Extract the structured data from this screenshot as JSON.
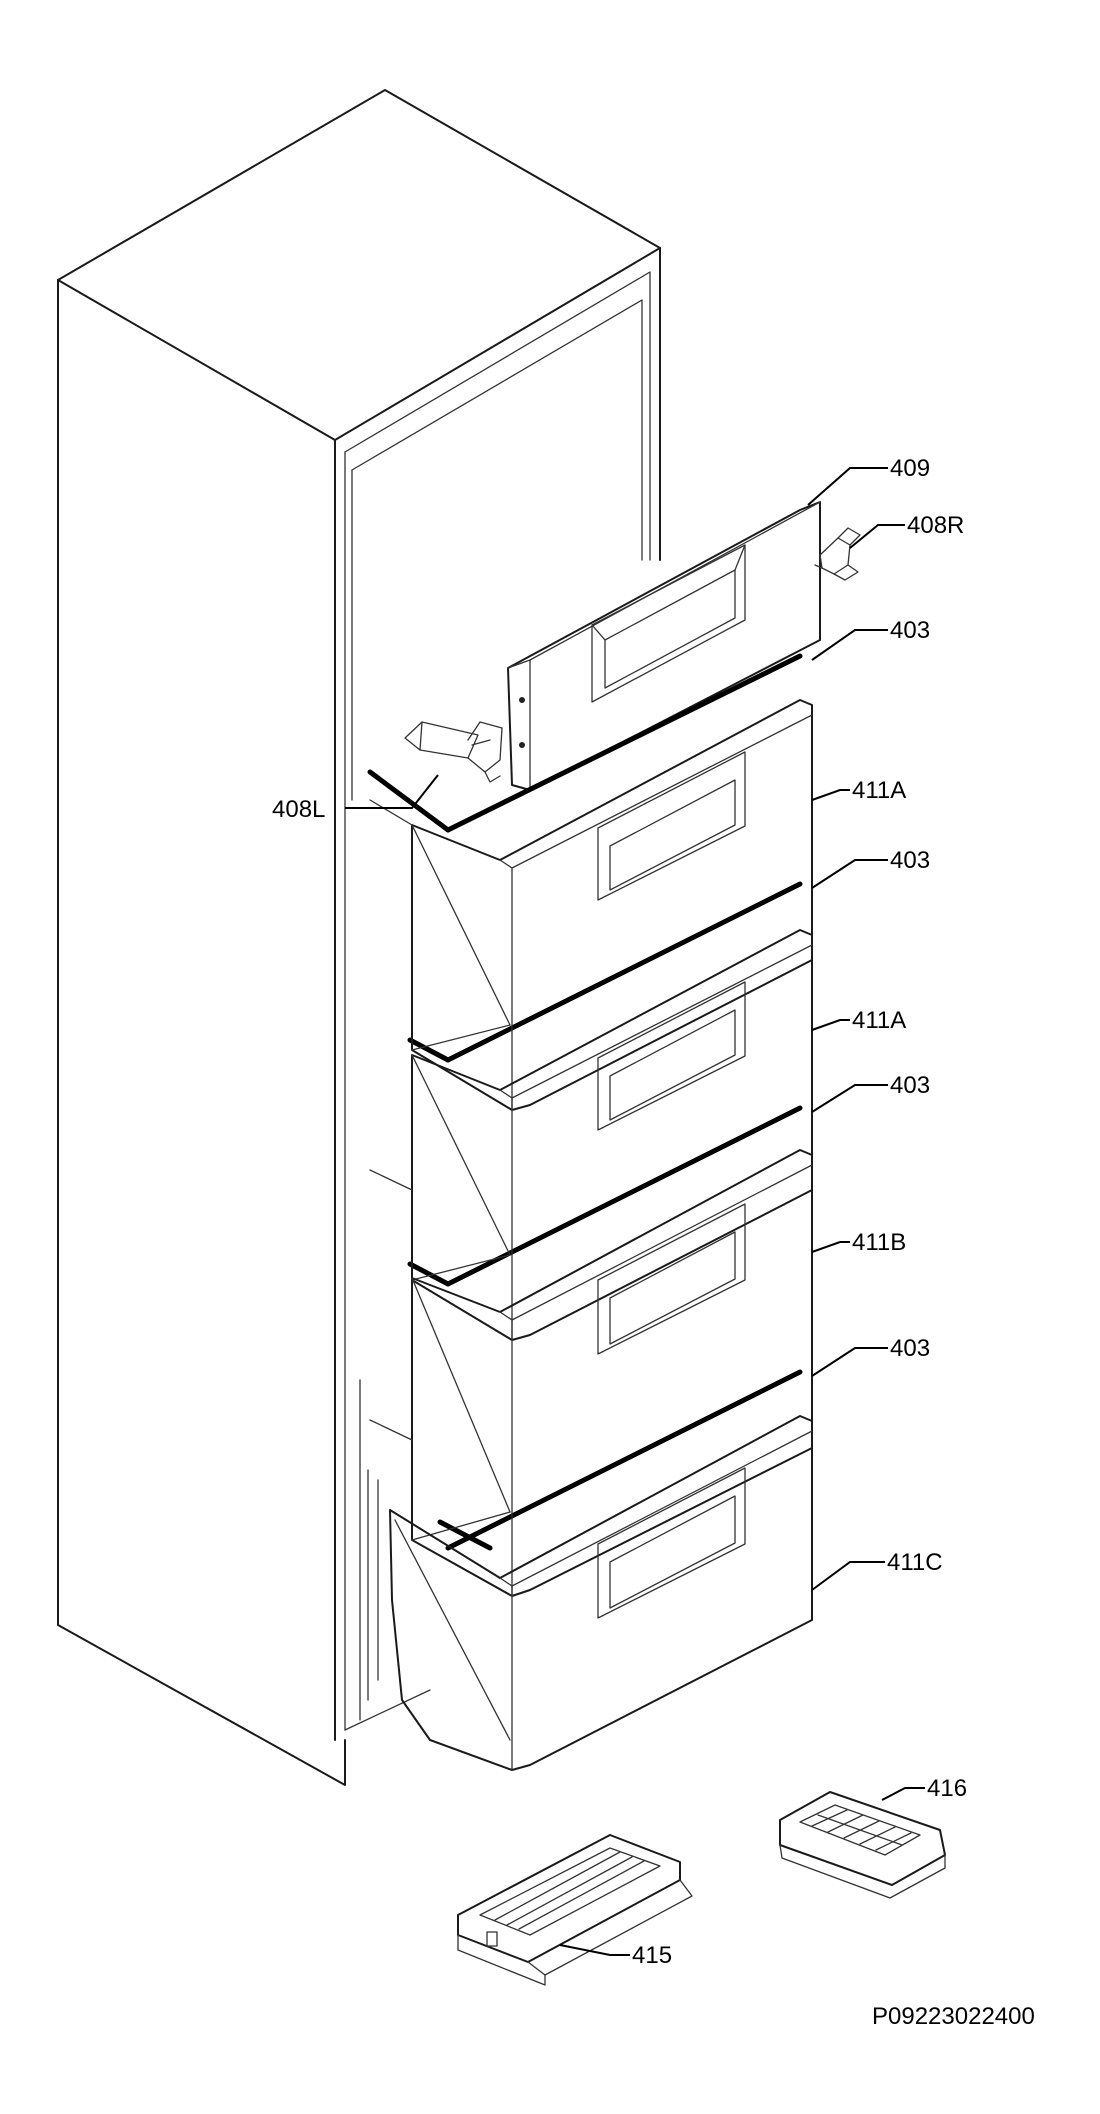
{
  "labels": {
    "p409": "409",
    "p408R": "408R",
    "p403a": "403",
    "p411A_1": "411A",
    "p408L": "408L",
    "p403b": "403",
    "p411A_2": "411A",
    "p403c": "403",
    "p411B": "411B",
    "p403d": "403",
    "p411C": "411C",
    "p416": "416",
    "p415": "415"
  },
  "drawing_code": "P09223022400"
}
